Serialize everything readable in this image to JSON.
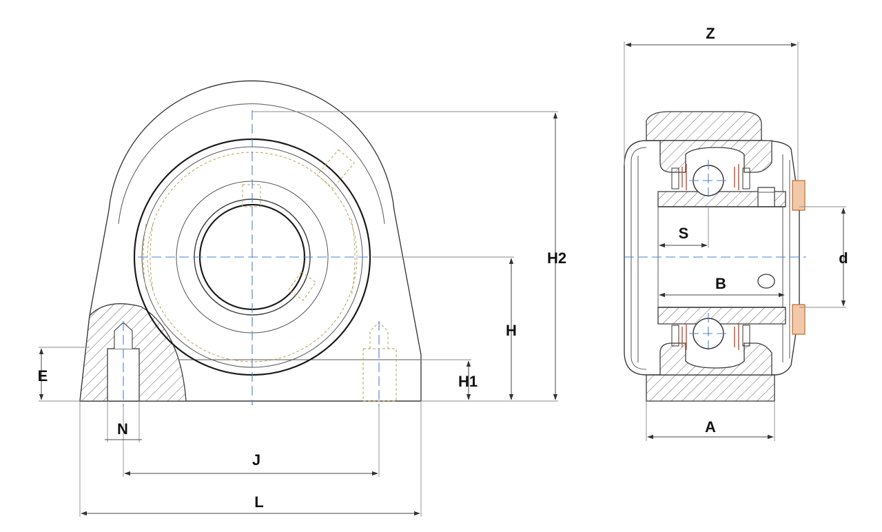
{
  "labels": {
    "z": "Z",
    "h2": "H2",
    "h": "H",
    "h1": "H1",
    "e": "E",
    "n": "N",
    "j": "J",
    "l": "L",
    "s": "S",
    "b": "B",
    "d": "d",
    "a": "A"
  },
  "colors": {
    "centerline": "#4a7fd4",
    "hidden_line": "#b8a25a",
    "seal": "#c46a2a"
  }
}
